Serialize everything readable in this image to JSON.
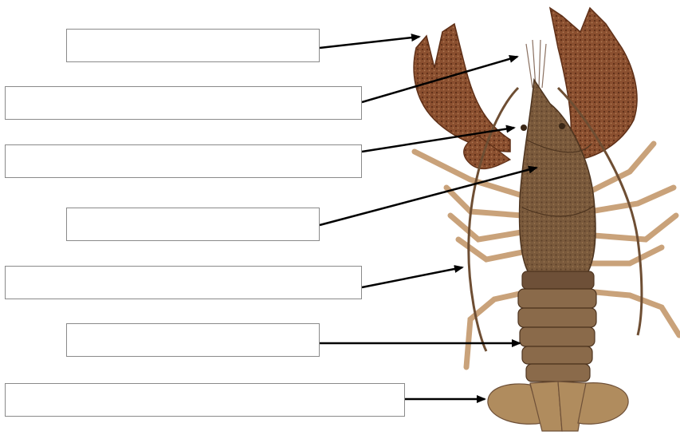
{
  "labels": [
    {
      "id": "claw",
      "text": ""
    },
    {
      "id": "antennule",
      "text": ""
    },
    {
      "id": "eye",
      "text": ""
    },
    {
      "id": "carapace",
      "text": ""
    },
    {
      "id": "antenna",
      "text": ""
    },
    {
      "id": "abdomen",
      "text": ""
    },
    {
      "id": "tail-fan",
      "text": ""
    }
  ],
  "colors": {
    "body_main": "#7a5a3c",
    "body_dark": "#5b3f27",
    "claw": "#8a4f2f",
    "leg": "#c9a27a",
    "tail": "#b08c5e",
    "arrow": "#000000",
    "box_border": "#8a8a8a"
  }
}
